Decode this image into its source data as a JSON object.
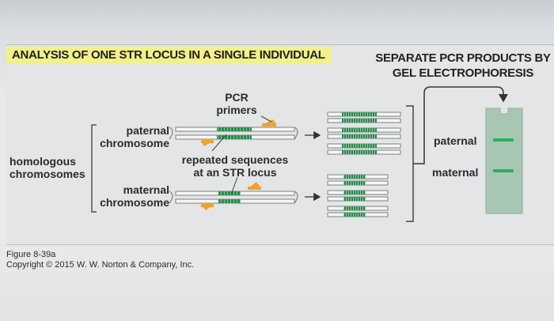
{
  "figure": {
    "title": "ANALYSIS OF ONE STR LOCUS IN A SINGLE INDIVIDUAL",
    "gel_title_line1": "SEPARATE PCR PRODUCTS BY",
    "gel_title_line2": "GEL ELECTROPHORESIS"
  },
  "labels": {
    "homologous_line1": "homologous",
    "homologous_line2": "chromosomes",
    "paternal_line1": "paternal",
    "paternal_line2": "chromosome",
    "maternal_line1": "maternal",
    "maternal_line2": "chromosome",
    "pcr_line1": "PCR",
    "pcr_line2": "primers",
    "repeated_line1": "repeated sequences",
    "repeated_line2": "at an STR locus",
    "gel_paternal": "paternal",
    "gel_maternal": "maternal"
  },
  "caption": {
    "figure_number": "Figure 8-39a",
    "copyright": "Copyright © 2015 W. W. Norton & Company, Inc."
  },
  "colors": {
    "highlight": "#f2f089",
    "repeat_green": "#2c8a4f",
    "primer_orange": "#f4a12b",
    "gel": "#a8c7b3",
    "band_green": "#27b25a"
  }
}
